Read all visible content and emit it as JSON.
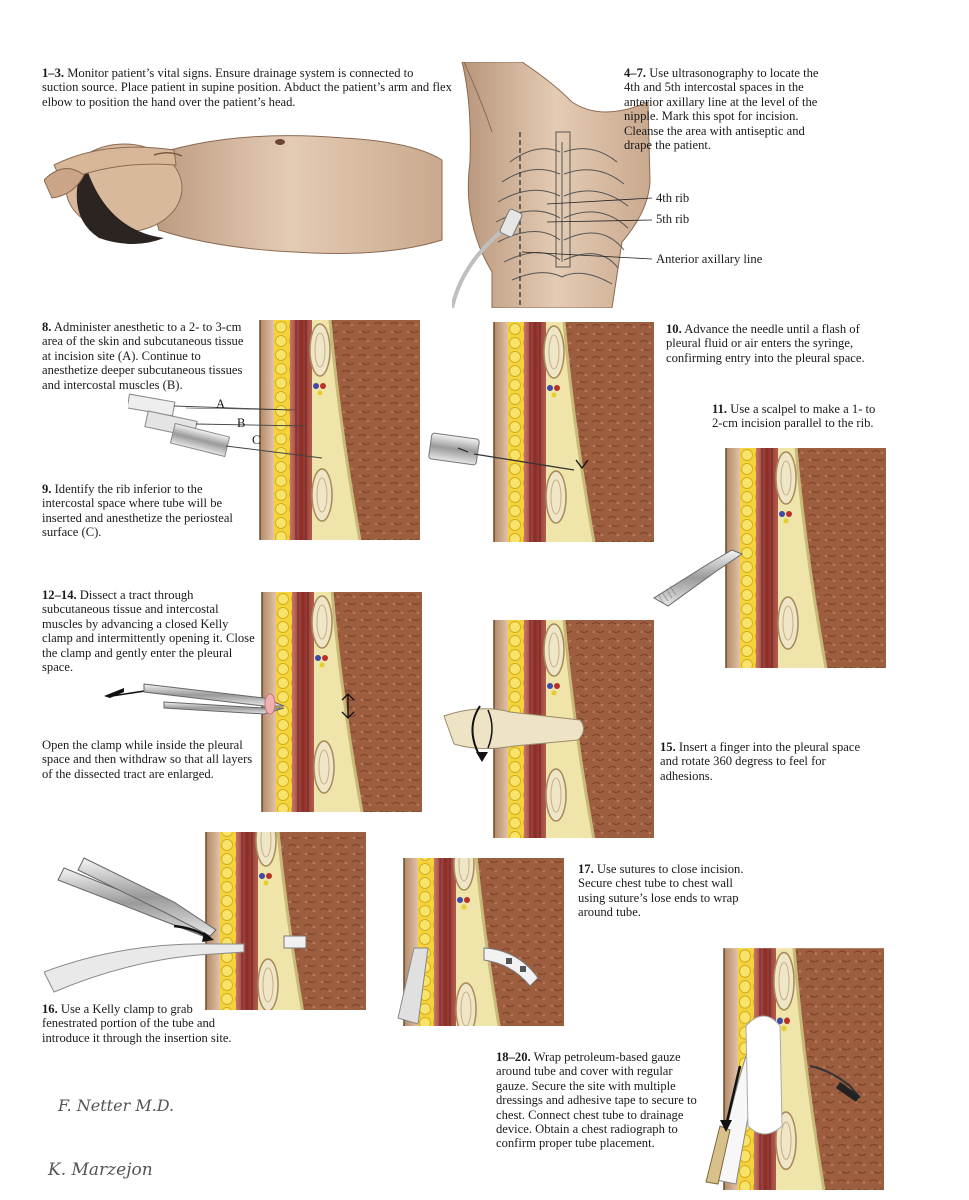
{
  "steps": {
    "s1_3": {
      "num": "1–3.",
      "text": "Monitor patient’s vital signs. Ensure drainage system is connected to suction source. Place patient in supine position. Abduct the patient’s arm and flex elbow to position the hand over the patient’s head."
    },
    "s4_7": {
      "num": "4–7.",
      "text": "Use ultrasonography to locate the 4th and 5th intercostal spaces in the anterior axillary line at the level of the nipple. Mark this spot for incision. Cleanse the area with antiseptic and drape the patient."
    },
    "s8": {
      "num": "8.",
      "text": "Administer anesthetic to a 2- to 3-cm area of the skin and subcutaneous tissue at incision site (A). Continue to anesthetize deeper subcutaneous tissues and intercostal muscles (B)."
    },
    "s9": {
      "num": "9.",
      "text": "Identify the rib inferior to the intercostal space where tube will be inserted and anesthetize the periosteal surface (C)."
    },
    "s10": {
      "num": "10.",
      "text": "Advance the needle until a flash of pleural fluid or air enters the syringe, confirming entry into the pleural space."
    },
    "s11": {
      "num": "11.",
      "text": "Use a scalpel to make a 1- to 2-cm incision parallel to the rib."
    },
    "s12_14": {
      "num": "12–14.",
      "text": "Dissect a tract through subcutaneous tissue and intercostal muscles by advancing a closed Kelly clamp and intermittently opening it. Close the clamp and gently enter the pleural space."
    },
    "s12_14b": {
      "text": "Open the clamp while inside the pleural space and then withdraw so that all layers of the dissected tract are enlarged."
    },
    "s15": {
      "num": "15.",
      "text": "Insert a finger into the pleural space and rotate 360 degress to feel for adhesions."
    },
    "s16": {
      "num": "16.",
      "text": "Use a Kelly clamp to grab fenestrated portion of the tube and introduce it through the insertion site."
    },
    "s17": {
      "num": "17.",
      "text": "Use sutures to close incision. Secure chest tube to chest wall using suture’s lose ends to wrap around tube."
    },
    "s18_20": {
      "num": "18–20.",
      "text": "Wrap petroleum-based gauze around tube and cover with regular gauze. Secure the site with multiple dressings and adhesive tape to secure to chest. Connect chest tube to drainage device. Obtain a chest radiograph to confirm proper tube placement."
    }
  },
  "labels": {
    "rib4": "4th rib",
    "rib5": "5th rib",
    "axillary": "Anterior axillary line",
    "A": "A",
    "B": "B",
    "C": "C"
  },
  "signatures": {
    "netter": "F. Netter M.D.",
    "marzejon": "K. Marzejon"
  },
  "colors": {
    "skin": "#e9c9ae",
    "fat": "#f2d13a",
    "muscle": "#8c2f2a",
    "rib": "#efe6c8",
    "pleura": "#ede3a6",
    "lung": "#9a5a3c"
  }
}
